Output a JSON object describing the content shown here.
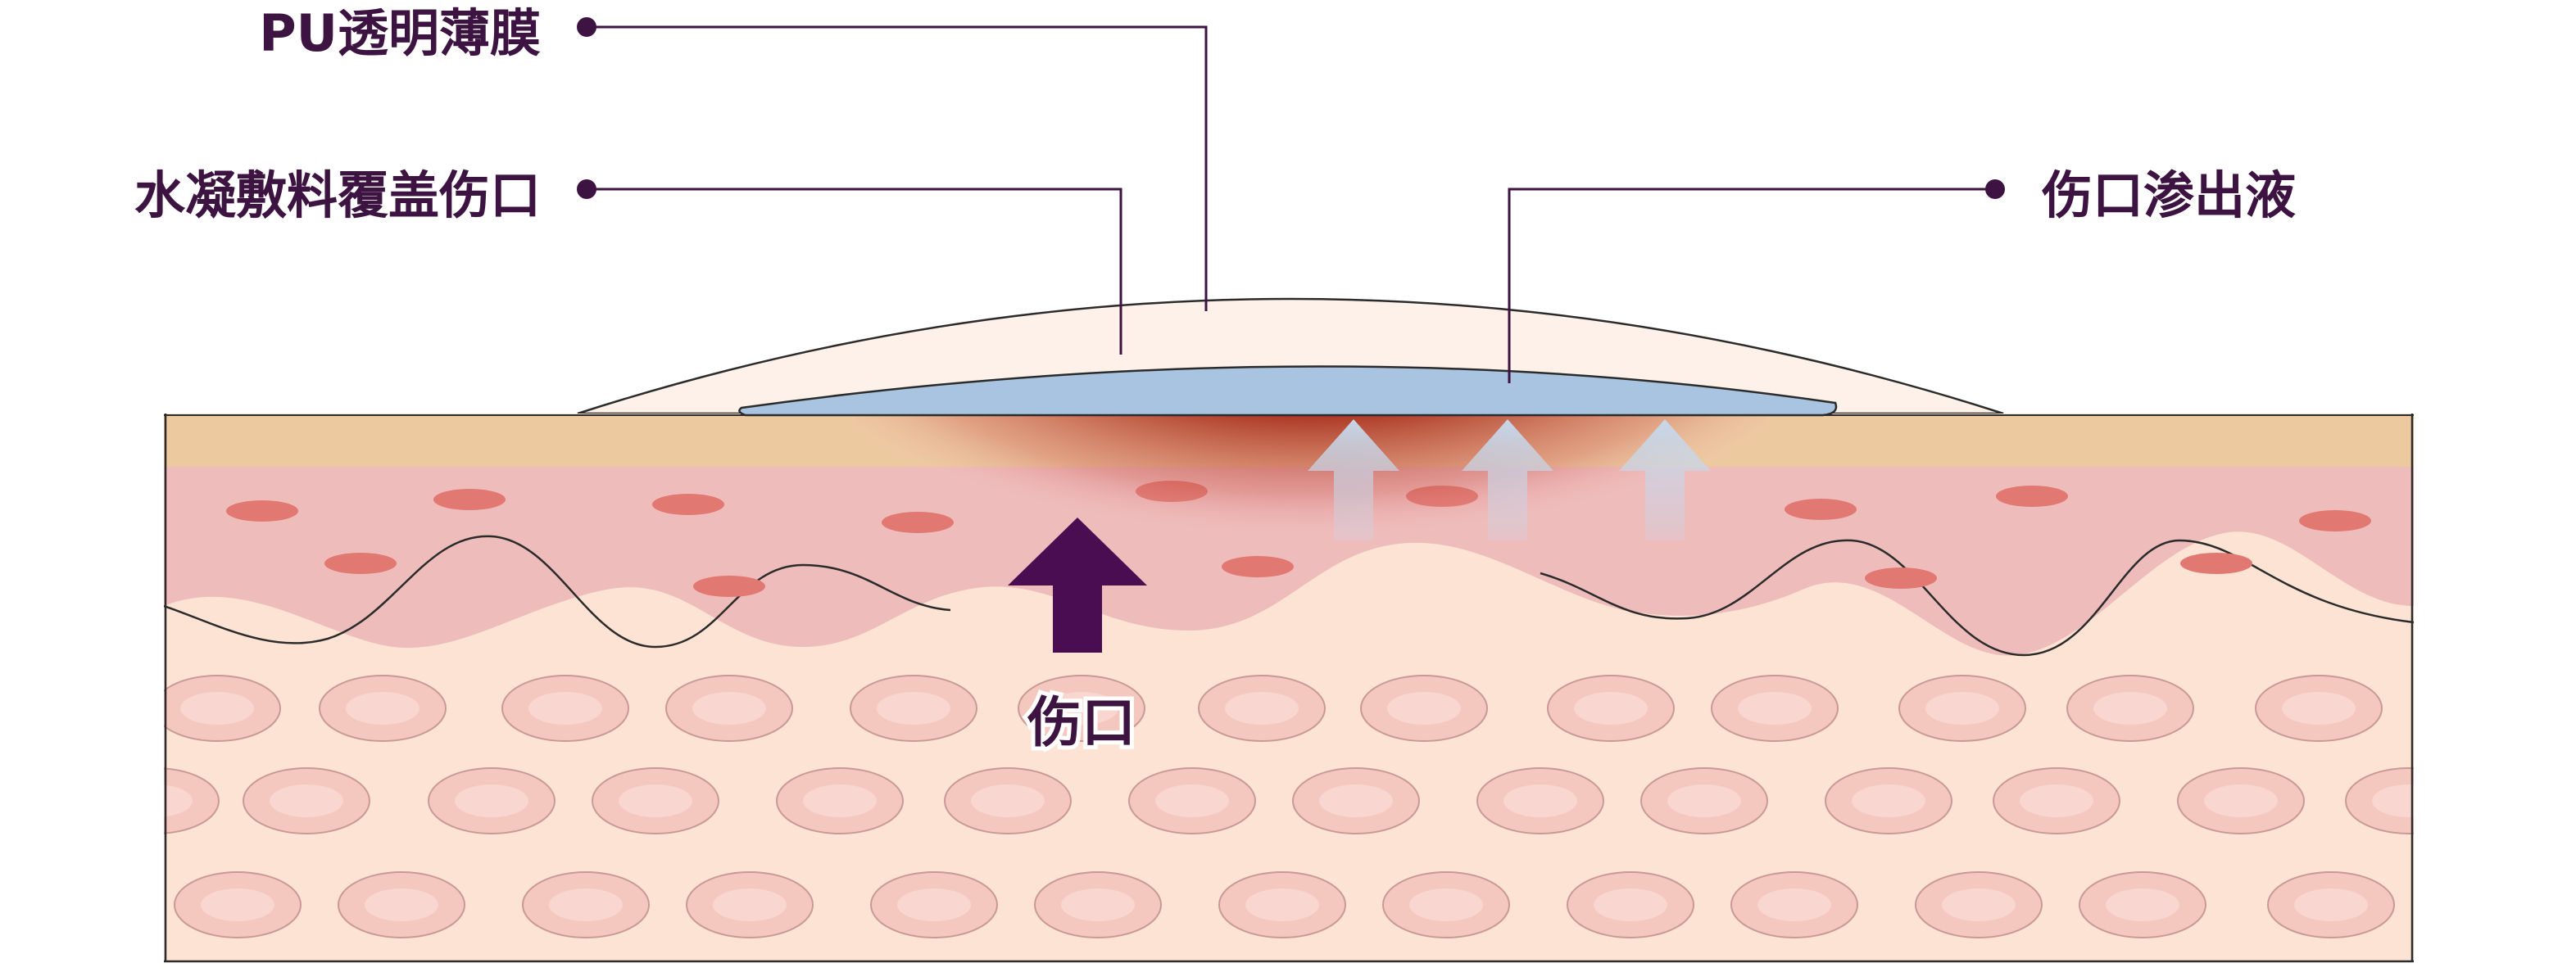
{
  "labels": {
    "pu_film": "PU透明薄膜",
    "hydrogel_dressing": "水凝敷料覆盖伤口",
    "wound_exudate": "伤口渗出液",
    "wound": "伤口"
  },
  "colors": {
    "label_text": "#3d1342",
    "leader_line": "#3d1342",
    "arrow_wound": "#4a0d52",
    "pu_film_fill": "#fdf1ea",
    "hydrogel_fill": "#a8c4e1",
    "skin_surface": "#edc9a0",
    "dermis": "#efbcbc",
    "dermal_spot": "#e17872",
    "subcutis": "#fde3d3",
    "fat_cell": "#f4c7bf",
    "wound_core": "#8a0f05",
    "exudate_arrow": "#bfd0e3"
  }
}
